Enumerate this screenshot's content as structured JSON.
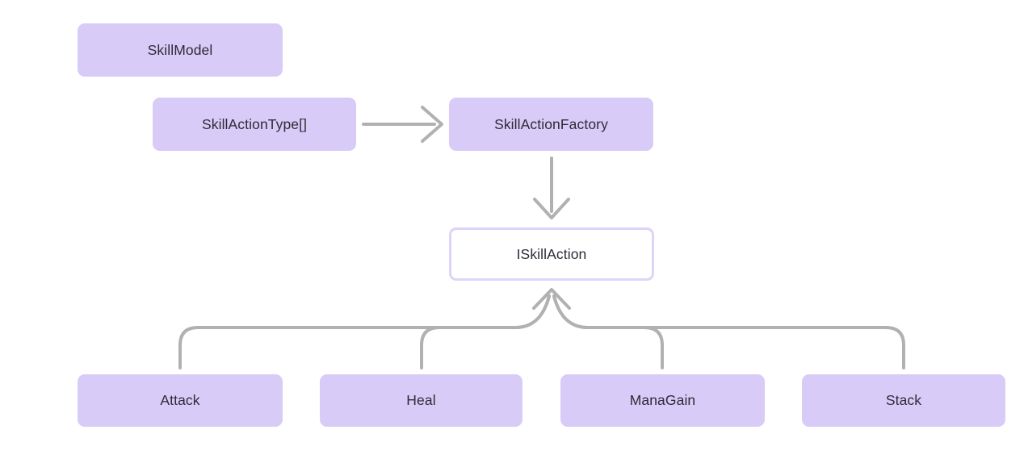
{
  "diagram": {
    "nodes": {
      "skill_model": {
        "label": "SkillModel"
      },
      "skill_action_type": {
        "label": "SkillActionType[]"
      },
      "skill_action_factory": {
        "label": "SkillActionFactory"
      },
      "iskill_action": {
        "label": "ISkillAction"
      },
      "attack": {
        "label": "Attack"
      },
      "heal": {
        "label": "Heal"
      },
      "mana_gain": {
        "label": "ManaGain"
      },
      "stack": {
        "label": "Stack"
      }
    },
    "edges": [
      {
        "from": "SkillActionType[]",
        "to": "SkillActionFactory",
        "type": "arrow"
      },
      {
        "from": "SkillActionFactory",
        "to": "ISkillAction",
        "type": "arrow"
      },
      {
        "from": "Attack",
        "to": "ISkillAction",
        "type": "inheritance"
      },
      {
        "from": "Heal",
        "to": "ISkillAction",
        "type": "inheritance"
      },
      {
        "from": "ManaGain",
        "to": "ISkillAction",
        "type": "inheritance"
      },
      {
        "from": "Stack",
        "to": "ISkillAction",
        "type": "inheritance"
      }
    ],
    "colors": {
      "node_fill": "#d9cbf7",
      "interface_border": "#ded3f8",
      "interface_fill": "#ffffff",
      "connector": "#b1b1b1",
      "text": "#2e2b38",
      "background": "#ffffff"
    }
  }
}
